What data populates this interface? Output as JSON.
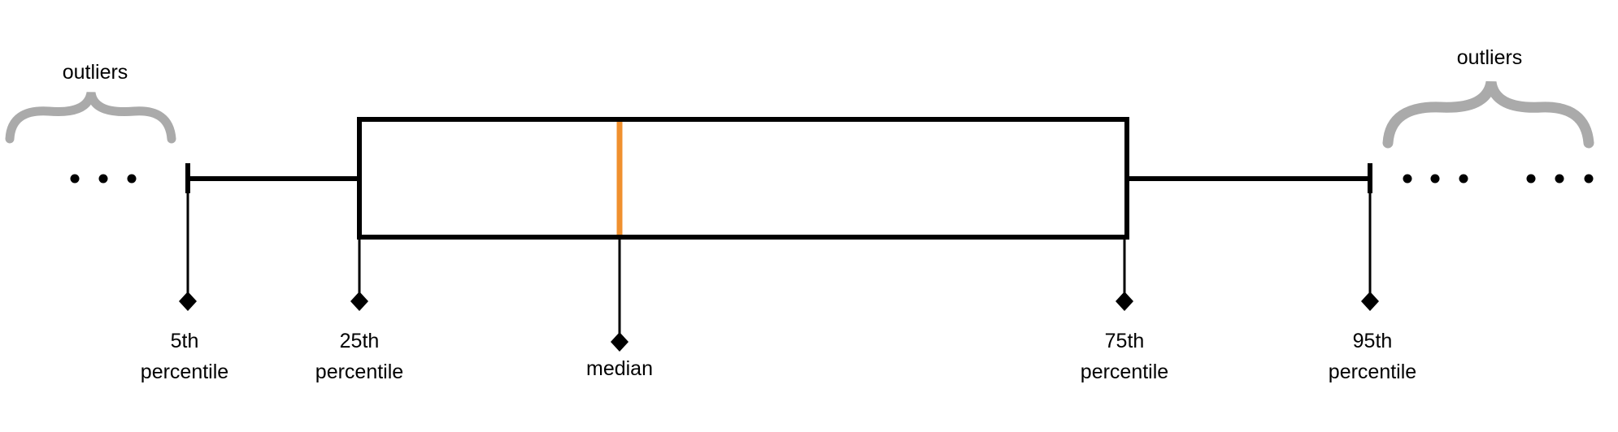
{
  "colors": {
    "stroke": "#000000",
    "median": "#F0902E",
    "brace": "#AAAAAA",
    "background": "#FFFFFF"
  },
  "labels": {
    "outliers_left": "outliers",
    "outliers_right": "outliers",
    "p5": [
      "5th",
      "percentile"
    ],
    "p25": [
      "25th",
      "percentile"
    ],
    "median": "median",
    "p75": [
      "75th",
      "percentile"
    ],
    "p95": [
      "95th",
      "percentile"
    ]
  }
}
